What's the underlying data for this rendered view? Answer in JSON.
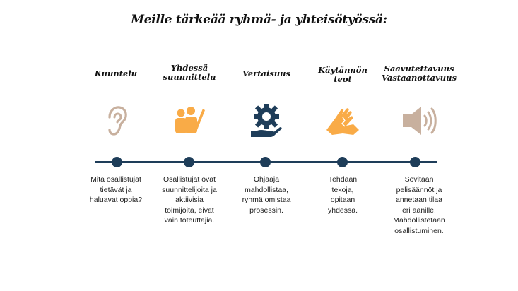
{
  "title": "Meille tärkeää ryhmä- ja yhteisötyössä:",
  "colors": {
    "navy": "#1e3d59",
    "orange": "#f9ab47",
    "beige": "#c8b09e",
    "text": "#222222"
  },
  "steps": [
    {
      "heading": "Kuuntelu",
      "icon": "ear-icon",
      "description_lines": [
        "Mitä osallistujat",
        "tietävät ja",
        "haluavat oppia?"
      ]
    },
    {
      "heading_lines": [
        "Yhdessä",
        "suunnittelu"
      ],
      "icon": "people-pencil-icon",
      "description_lines": [
        "Osallistujat ovat",
        "suunnittelijoita ja",
        "aktiivisia",
        "toimijoita, eivät",
        "vain toteuttajia."
      ]
    },
    {
      "heading": "Vertaisuus",
      "icon": "gear-hand-icon",
      "description_lines": [
        "Ohjaaja",
        "mahdollistaa,",
        "ryhmä omistaa",
        "prosessin."
      ]
    },
    {
      "heading_lines": [
        "Käytännön",
        "teot"
      ],
      "icon": "hands-together-icon",
      "description_lines": [
        "Tehdään",
        "tekoja,",
        "opitaan",
        "yhdessä."
      ]
    },
    {
      "heading_lines": [
        "Saavutettavuus",
        "Vastaanottavuus"
      ],
      "icon": "speaker-icon",
      "description_lines": [
        "Sovitaan",
        "pelisäännöt ja",
        "annetaan tilaa",
        "eri äänille.",
        "Mahdollistetaan",
        "osallistuminen."
      ]
    }
  ]
}
